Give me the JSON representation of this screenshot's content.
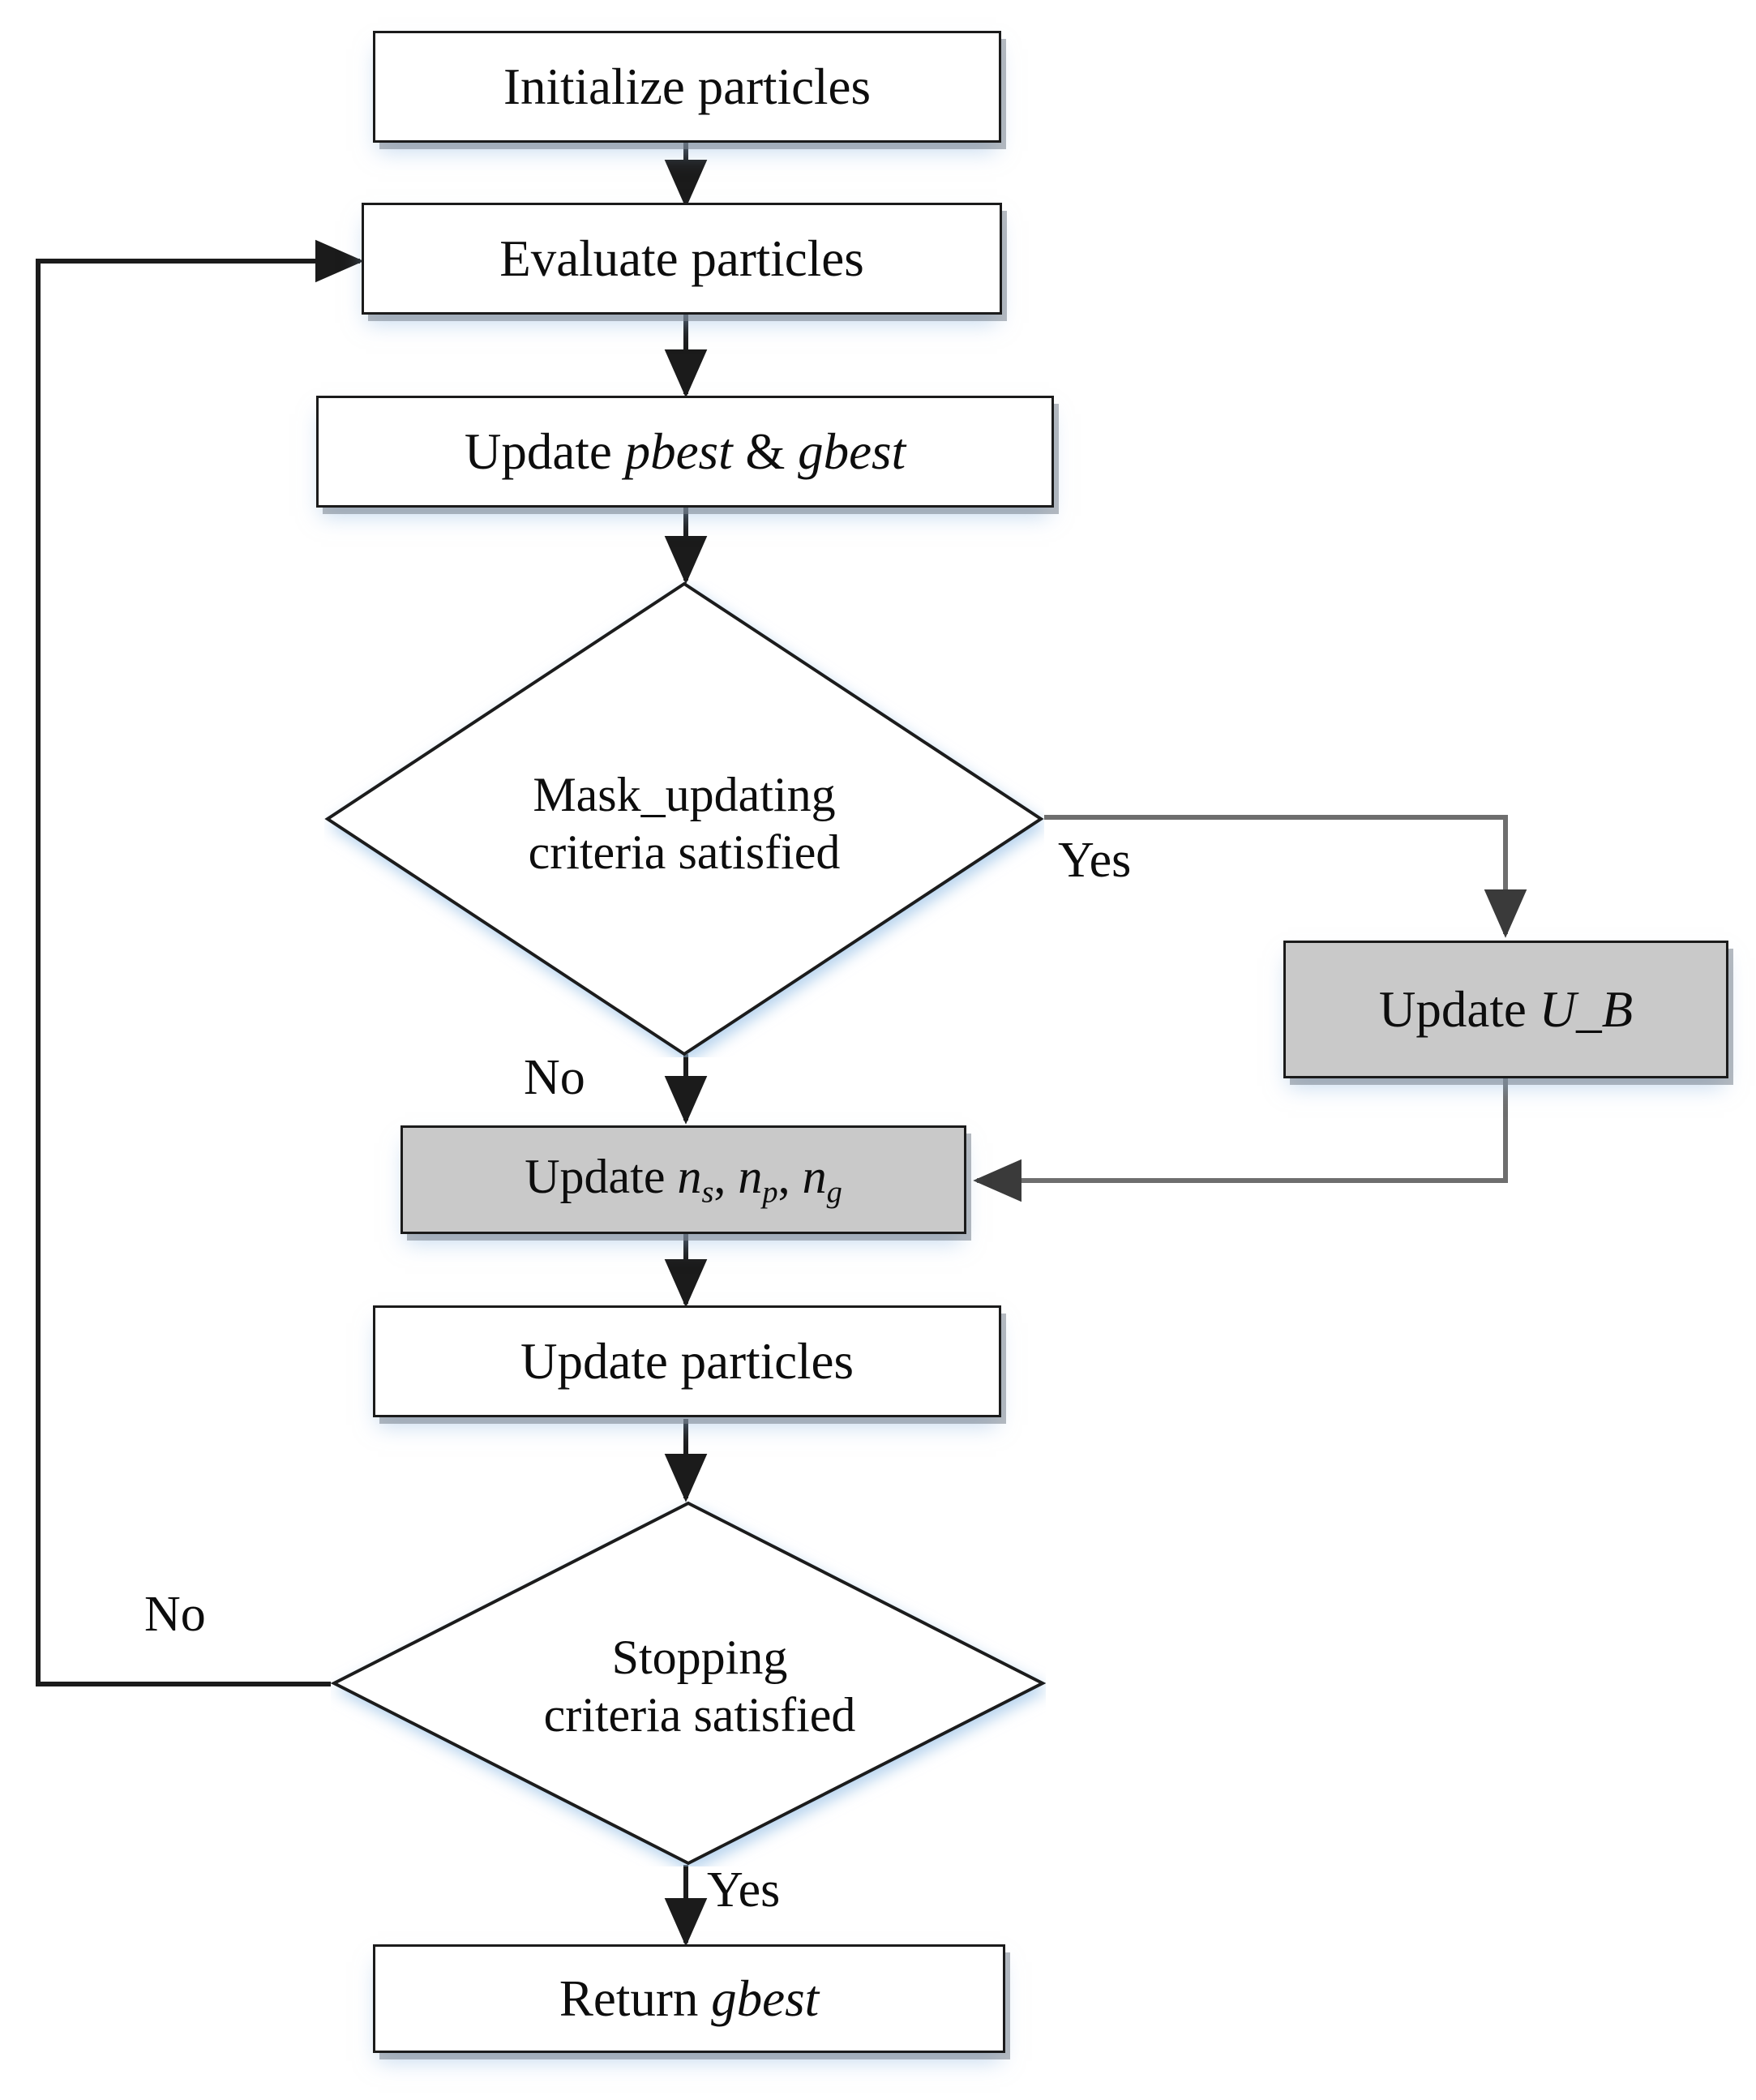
{
  "diagram": {
    "title": "PSO with mask updating flowchart",
    "colors": {
      "node_fill": "#ffffff",
      "shaded_node_fill": "#c9c9c9",
      "node_border": "#1b1b1b",
      "text": "#0d0d0d",
      "connector_black": "#1b1b1b",
      "connector_gray": "#6e6e6e",
      "glow": "#bcd6ef"
    },
    "nodes": [
      {
        "id": "initialize-particles",
        "type": "process",
        "label": "Initialize particles",
        "fill": "white"
      },
      {
        "id": "evaluate-particles",
        "type": "process",
        "label": "Evaluate particles",
        "fill": "white"
      },
      {
        "id": "update-pbest-gbest",
        "type": "process",
        "label": "Update pbest & gbest",
        "label_plain": "Update ",
        "label_italic_1": "pbest",
        "label_mid": " & ",
        "label_italic_2": "gbest",
        "fill": "white"
      },
      {
        "id": "mask-updating-decision",
        "type": "decision",
        "label": "Mask_updating\ncriteria satisfied",
        "line1": "Mask_updating",
        "line2": "criteria satisfied",
        "fill": "white"
      },
      {
        "id": "update-ub",
        "type": "process",
        "label": "Update U_B",
        "label_plain": "Update ",
        "label_italic_1": "U_B",
        "fill": "shaded"
      },
      {
        "id": "update-n-params",
        "type": "process",
        "label": "Update ns, np, ng",
        "label_plain": "Update ",
        "n_sym": "n",
        "sub_s": "s",
        "sub_p": "p",
        "sub_g": "g",
        "fill": "shaded"
      },
      {
        "id": "update-particles",
        "type": "process",
        "label": "Update particles",
        "fill": "white"
      },
      {
        "id": "stopping-decision",
        "type": "decision",
        "label": "Stopping\ncriteria satisfied",
        "line1": "Stopping",
        "line2": "criteria satisfied",
        "fill": "white"
      },
      {
        "id": "return-gbest",
        "type": "process",
        "label": "Return gbest",
        "label_plain": "Return ",
        "label_italic_1": "gbest",
        "fill": "white"
      }
    ],
    "edge_labels": {
      "mask_yes": "Yes",
      "mask_no": "No",
      "stopping_no": "No",
      "stopping_yes": "Yes"
    }
  }
}
